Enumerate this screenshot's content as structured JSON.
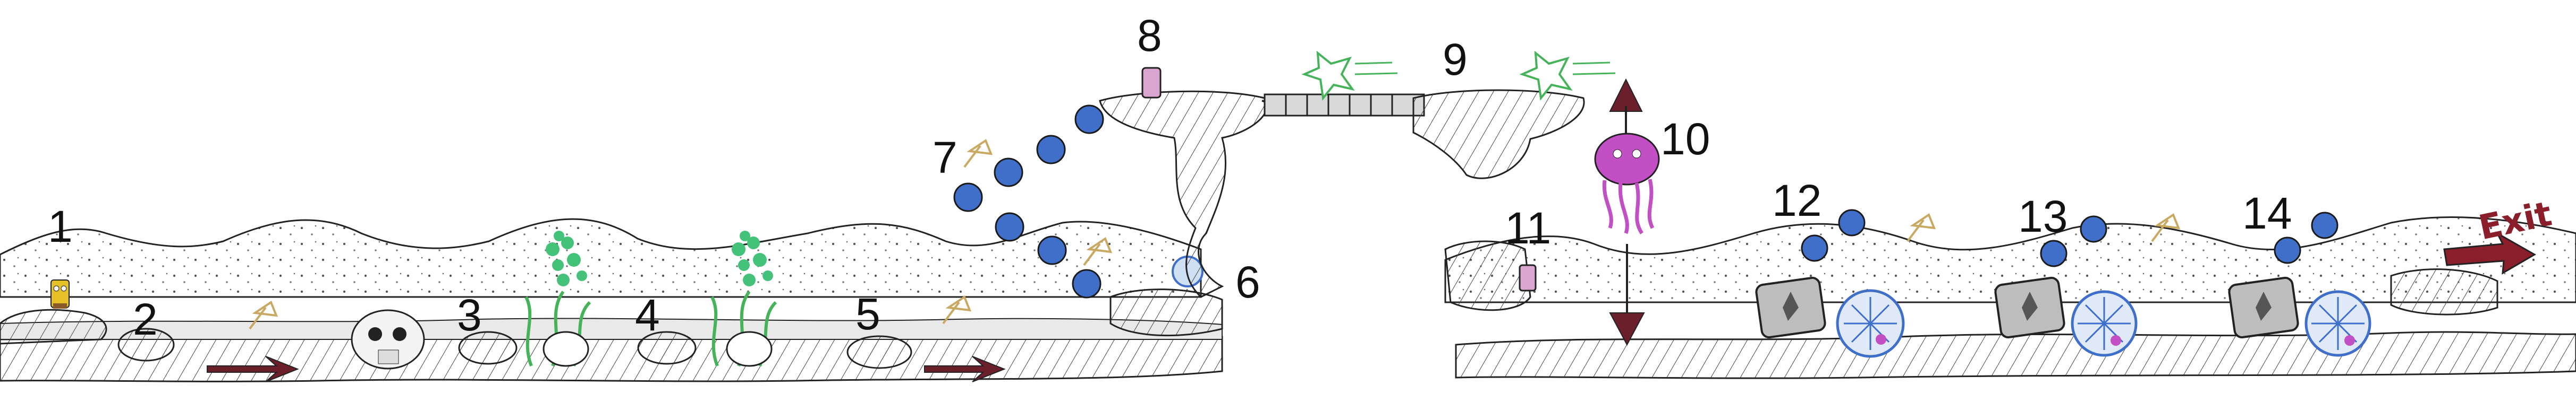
{
  "level_markers": [
    "1",
    "2",
    "3",
    "4",
    "5",
    "6",
    "7",
    "8",
    "9",
    "10",
    "11",
    "12",
    "13",
    "14"
  ],
  "exit_sign": "Exit",
  "colors": {
    "ink": "#1a1a1a",
    "bubble_blue": "#3f6fc9",
    "jellyfish_pink": "#c24fc4",
    "seaweed_green": "#44b35a",
    "exit_red": "#8a1f2b",
    "net_tan": "#c9a961",
    "sponge_yellow": "#e6c027"
  },
  "icons": {
    "player": "sponge-character-icon",
    "collectible": "bubble-orb-icon",
    "enemy": "jellyfish-icon",
    "hazard": "urchin-icon",
    "plant": "seaweed-icon",
    "item": "soda-can-icon",
    "tool": "jellyfish-net-icon",
    "platform": "floating-rock-platform",
    "bridge": "wooden-rope-bridge",
    "obstacle": "skull-rock-icon",
    "block": "stone-block-icon"
  }
}
